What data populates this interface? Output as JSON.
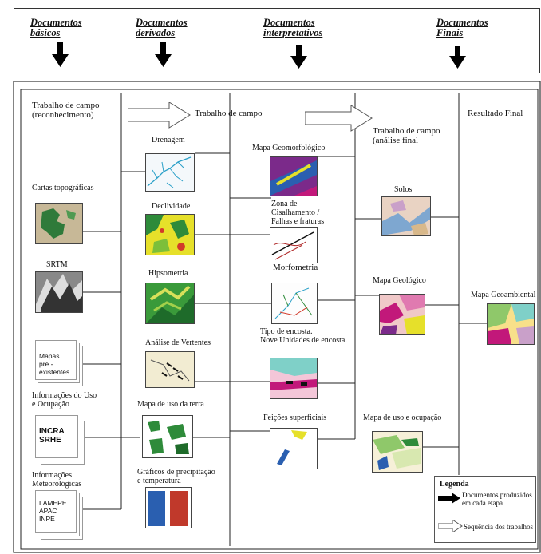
{
  "header": {
    "col1": [
      "Documentos",
      "básicos"
    ],
    "col2": [
      "Documentos",
      "derivados"
    ],
    "col3": [
      "Documentos",
      "interpretativos"
    ],
    "col4": [
      "Documentos",
      "Finais"
    ]
  },
  "col1": {
    "title": [
      "Trabalho de campo",
      "(reconhecimento)"
    ],
    "cartas": "Cartas topográficas",
    "srtm": "SRTM",
    "mapas_doc": [
      "Mapas",
      "pré -",
      "existentes"
    ],
    "uso_label": [
      "Informações do Uso",
      "e Ocupação"
    ],
    "uso_doc": [
      "INCRA",
      "SRHE"
    ],
    "meteo_label": [
      "Informações",
      "Meteorológicas"
    ],
    "meteo_doc": [
      "LAMEPE",
      "APAC",
      "INPE"
    ]
  },
  "col2": {
    "arrow_label": "Trabalho de campo",
    "drenagem": "Drenagem",
    "declividade": "Declividade",
    "hipsometria": "Hipsometria",
    "vertentes": "Análise de Vertentes",
    "uso_terra": "Mapa de uso da terra",
    "graficos": [
      "Gráficos de precipitação",
      "e temperatura"
    ]
  },
  "col3": {
    "geomorf": "Mapa Geomorfológico",
    "zona": [
      "Zona de",
      "Cisalhamento /",
      "Falhas e fraturas"
    ],
    "morfometria": "Morfometria",
    "encosta": [
      "Tipo de encosta.",
      "Nove Unidades de encosta."
    ],
    "feicoes": "Feições superficiais"
  },
  "col4": {
    "title": [
      "Trabalho de campo",
      "(análise final"
    ],
    "solos": "Solos",
    "geologico": "Mapa Geológico",
    "uso_ocupacao": "Mapa de uso e ocupação"
  },
  "col5": {
    "title": "Resultado Final",
    "geoambiental": "Mapa Geoambiental"
  },
  "legend": {
    "title": "Legenda",
    "item1": [
      "Documentos produzidos",
      "em cada etapa"
    ],
    "item2": "Sequência dos trabalhos"
  },
  "colors": {
    "map_green": "#2e8b3a",
    "map_yellow": "#e6e02a",
    "map_magenta": "#c2187a",
    "map_blue": "#2a5fb0",
    "chart_red": "#c0392b"
  }
}
